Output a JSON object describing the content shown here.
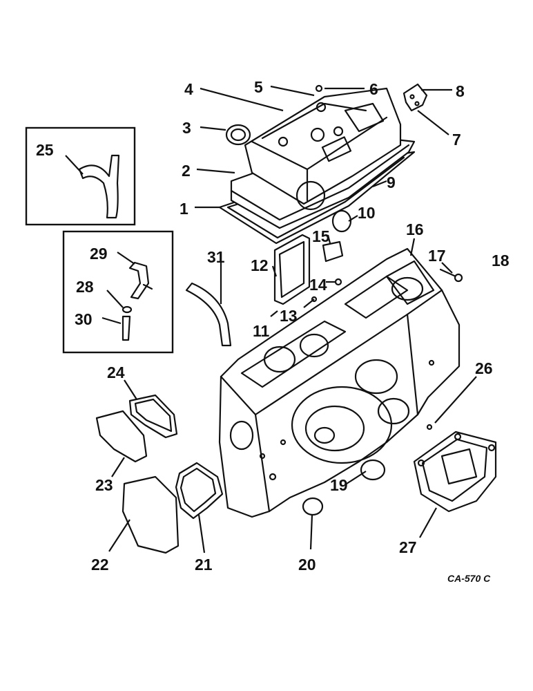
{
  "figure_code": "CA-570 C",
  "labels": {
    "l1": "1",
    "l2": "2",
    "l3": "3",
    "l4": "4",
    "l5": "5",
    "l6": "6",
    "l7": "7",
    "l8": "8",
    "l9": "9",
    "l10": "10",
    "l11": "11",
    "l12": "12",
    "l13": "13",
    "l14": "14",
    "l15": "15",
    "l16": "16",
    "l17": "17",
    "l18": "18",
    "l19": "19",
    "l20": "20",
    "l21": "21",
    "l22": "22",
    "l23": "23",
    "l24": "24",
    "l25": "25",
    "l26": "26",
    "l27": "27",
    "l28": "28",
    "l29": "29",
    "l30": "30",
    "l31": "31"
  }
}
